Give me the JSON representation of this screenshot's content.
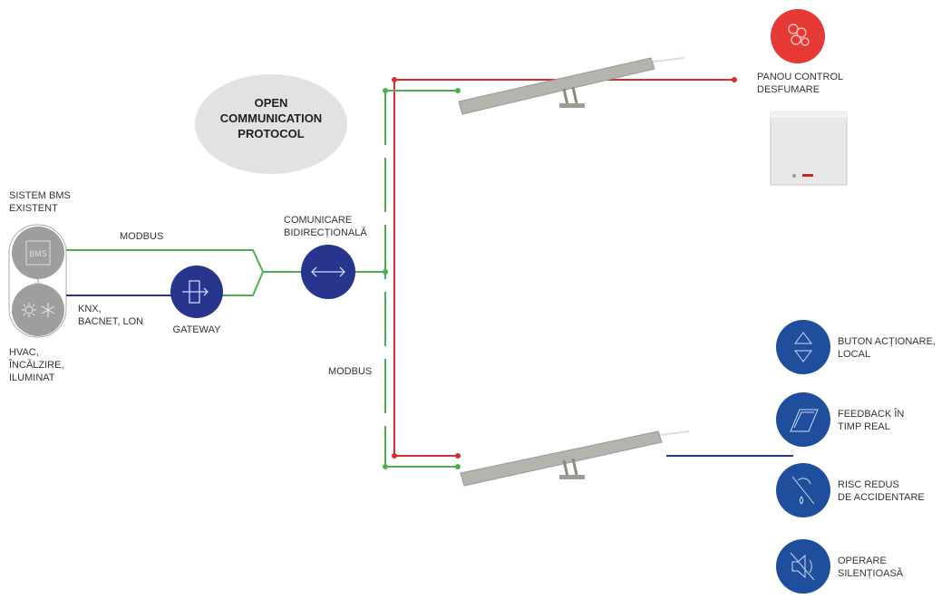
{
  "protocol": {
    "line1": "OPEN",
    "line2": "COMMUNICATION",
    "line3": "PROTOCOL"
  },
  "bms": {
    "title_line1": "SISTEM BMS",
    "title_line2": "EXISTENT",
    "icon_text": "BMS",
    "hvac_line1": "HVAC,",
    "hvac_line2": "ÎNCĂLZIRE,",
    "hvac_line3": "ILUMINAT"
  },
  "links": {
    "modbus_top": "MODBUS",
    "knx_line1": "KNX,",
    "knx_line2": "BACNET, LON",
    "modbus_vertical": "MODBUS"
  },
  "gateway": {
    "label": "GATEWAY"
  },
  "bidirectional": {
    "line1": "COMUNICARE",
    "line2": "BIDIRECȚIONALĂ"
  },
  "smoke_panel": {
    "line1": "PANOU CONTROL",
    "line2": "DESFUMARE"
  },
  "features": [
    {
      "icon": "up-down-arrows-icon",
      "line1": "BUTON ACȚIONARE,",
      "line2": "LOCAL"
    },
    {
      "icon": "window-feedback-icon",
      "line1": "FEEDBACK ÎN",
      "line2": "TIMP REAL"
    },
    {
      "icon": "no-hand-injury-icon",
      "line1": "RISC REDUS",
      "line2": "DE ACCIDENTARE"
    },
    {
      "icon": "muted-speaker-icon",
      "line1": "OPERARE",
      "line2": "SILENȚIOASĂ"
    }
  ],
  "colors": {
    "green": "#4caf50",
    "red": "#d32f2f",
    "blue": "#27358c",
    "feature_blue": "#1f4e9c",
    "gray": "#9e9e9e"
  }
}
